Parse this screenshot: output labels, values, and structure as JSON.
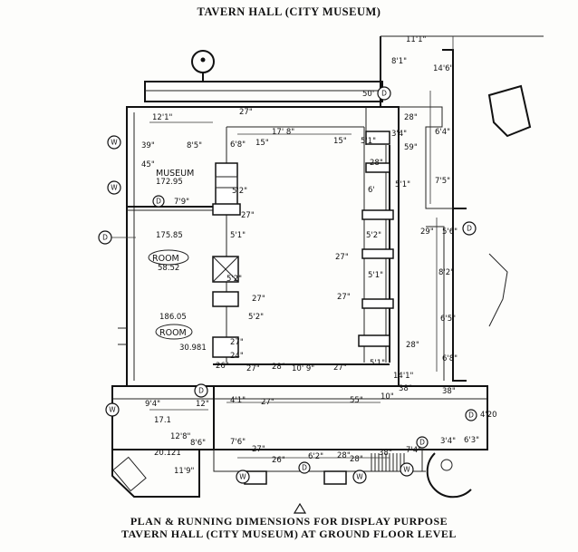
{
  "titles": {
    "top": "TAVERN HALL (CITY MUSEUM)",
    "caption_line1": "PLAN & RUNNING DIMENSIONS FOR DISPLAY PURPOSE",
    "caption_line2": "TAVERN HALL (CITY MUSEUM) AT GROUND FLOOR LEVEL"
  },
  "room_labels": {
    "museum": "MUSEUM",
    "room1": "ROOM",
    "room2": "ROOM"
  },
  "markers": {
    "window": "W",
    "door": "D"
  },
  "dimensions": [
    "11'1\"",
    "8'1\"",
    "14'6\"",
    "50'",
    "12'1\"",
    "27\"",
    "17' 8\"",
    "15\"",
    "6'8\"",
    "15\"",
    "5'1\"",
    "3'4\"",
    "28\"",
    "6'4\"",
    "39\"",
    "8'5\"",
    "45\"",
    "59\"",
    "28\"",
    "7'5\"",
    "5'2\"",
    "27\"",
    "7'9\"",
    "6'",
    "5'1\"",
    "5'1\"",
    "5'6\"",
    "5'2\"",
    "29\"",
    "27\"",
    "8'2\"",
    "27\"",
    "5'1\"",
    "5'2\"",
    "27\"",
    "6'5\"",
    "5'2\"",
    "27\"",
    "28\"",
    "6'8\"",
    "26\"",
    "27\"",
    "28\"",
    "10' 9\"",
    "27\"",
    "5'1\"",
    "14'1\"",
    "38\"",
    "4'1\"",
    "27\"",
    "55\"",
    "10\"",
    "38\"",
    "9'4\"",
    "12\"",
    "12'8\"",
    "7'6\"",
    "8'6\"",
    "27\"",
    "26\"",
    "6'2\"",
    "28\"",
    "28\"",
    "38\"",
    "7'4\"",
    "11'9\"",
    "3'4\"",
    "4'20",
    "6'3\"",
    "24\""
  ],
  "area_notes": [
    "172.95",
    "175.85",
    "58.52",
    "186.05",
    "30.981",
    "20.121",
    "17.1"
  ]
}
